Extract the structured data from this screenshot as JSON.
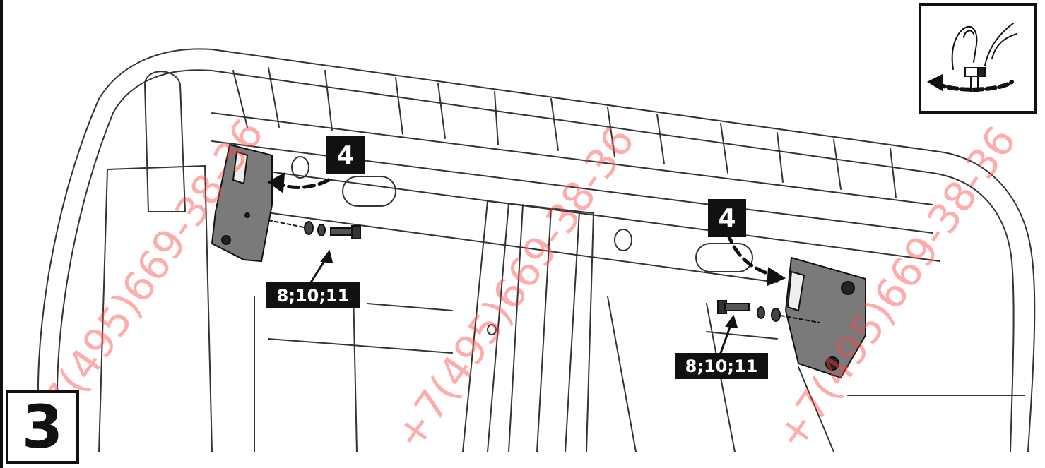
{
  "step": {
    "number": "3"
  },
  "callouts": {
    "left_step_ref": "4",
    "right_step_ref": "4",
    "left_parts": "8;10;11",
    "right_parts": "8;10;11"
  },
  "watermark": {
    "text": "+7(495)669-38-36"
  },
  "tool_icon": {
    "icon": "hand-tighten-icon"
  },
  "colors": {
    "ink": "#111111",
    "watermark": "#ff4646",
    "bracket": "#6e6e6e"
  }
}
